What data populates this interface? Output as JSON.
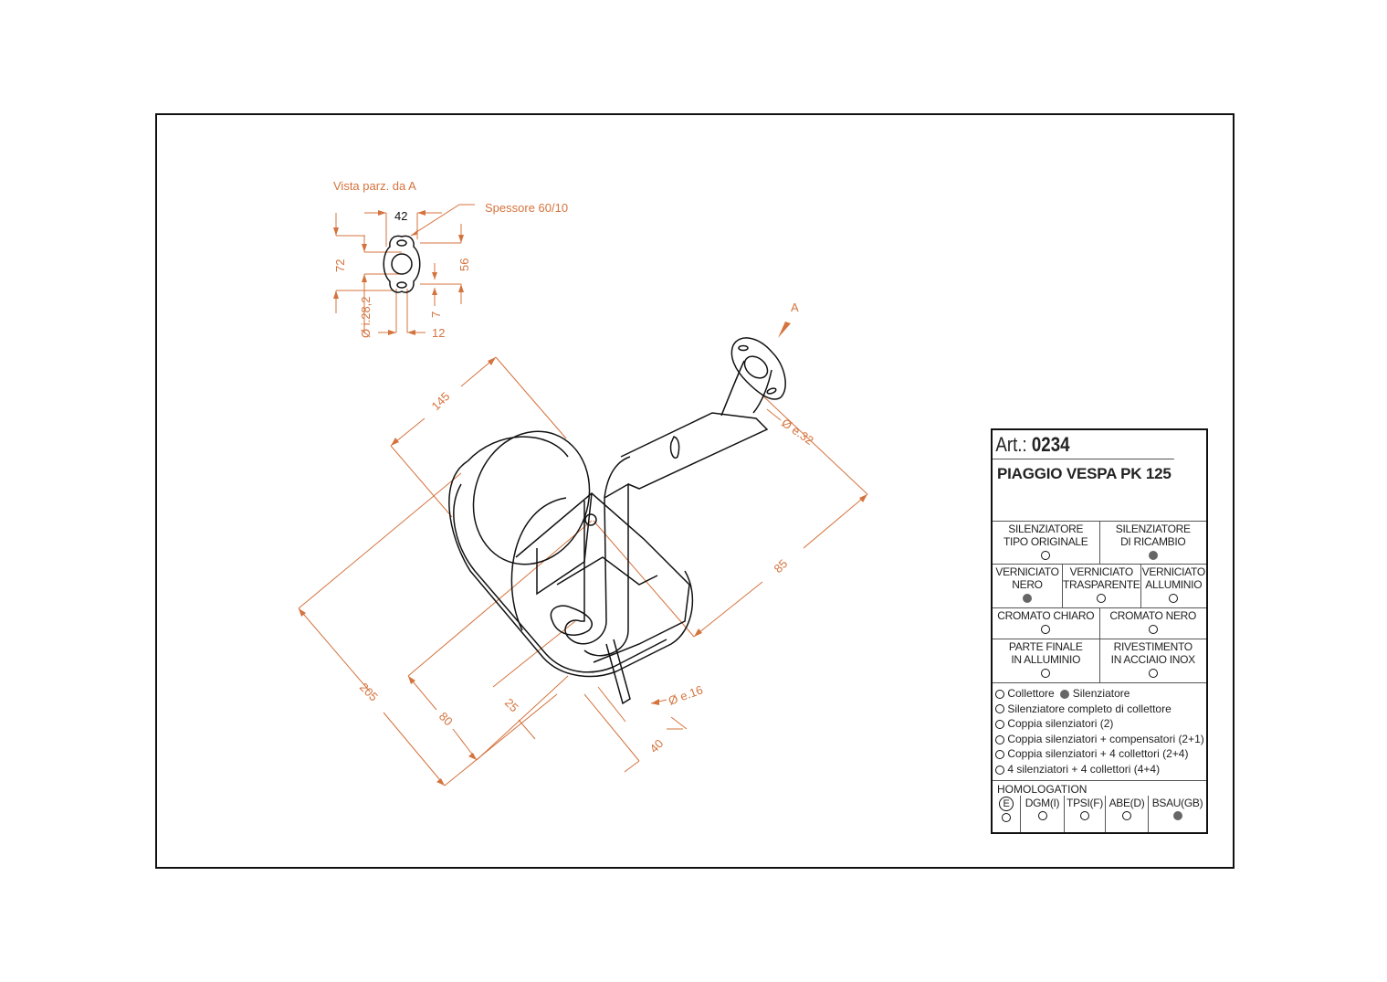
{
  "partial_view": {
    "title": "Vista parz. da A",
    "thickness": "Spessore 60/10",
    "dim_width": "42",
    "dim_height": "72",
    "dim_holes": "56",
    "dim_inner_dia": "Ø i.28,2",
    "dim_7": "7",
    "dim_12": "12"
  },
  "main_view": {
    "view_marker": "A",
    "dim_145": "145",
    "dim_205": "205",
    "dim_80": "80",
    "dim_25": "25",
    "dim_40": "40",
    "dim_85": "85",
    "dia_inlet": "Ø e.32",
    "dia_outlet": "Ø e.16"
  },
  "title_block": {
    "art_label": "Art.:",
    "art_number": "0234",
    "model": "PIAGGIO VESPA PK 125",
    "type_options": [
      {
        "line1": "SILENZIATORE",
        "line2": "TIPO ORIGINALE",
        "checked": false
      },
      {
        "line1": "SILENZIATORE",
        "line2": "DI RICAMBIO",
        "checked": true
      }
    ],
    "paint_options": [
      {
        "line1": "VERNICIATO",
        "line2": "NERO",
        "checked": true
      },
      {
        "line1": "VERNICIATO",
        "line2": "TRASPARENTE",
        "checked": false
      },
      {
        "line1": "VERNICIATO",
        "line2": "ALLUMINIO",
        "checked": false
      }
    ],
    "chrome_options": [
      {
        "line1": "CROMATO CHIARO",
        "checked": false
      },
      {
        "line1": "CROMATO NERO",
        "checked": false
      }
    ],
    "finish_options": [
      {
        "line1": "PARTE FINALE",
        "line2": "IN ALLUMINIO",
        "checked": false
      },
      {
        "line1": "RIVESTIMENTO",
        "line2": "IN ACCIAIO INOX",
        "checked": false
      }
    ],
    "components": {
      "collettore": "Collettore",
      "silenziatore": "Silenziatore",
      "items": [
        "Silenziatore completo di collettore",
        "Coppia silenziatori (2)",
        "Coppia silenziatori + compensatori (2+1)",
        "Coppia silenziatori + 4 collettori (2+4)",
        "4 silenziatori + 4 collettori (4+4)"
      ]
    },
    "homologation": {
      "title": "HOMOLOGATION",
      "columns": [
        {
          "label": "E",
          "checked": false
        },
        {
          "label": "DGM(I)",
          "checked": false
        },
        {
          "label": "TPSI(F)",
          "checked": false
        },
        {
          "label": "ABE(D)",
          "checked": false
        },
        {
          "label": "BSAU(GB)",
          "checked": true
        }
      ]
    }
  },
  "colors": {
    "dimension": "#d4733d",
    "line": "#111111",
    "checked": "#666666"
  }
}
